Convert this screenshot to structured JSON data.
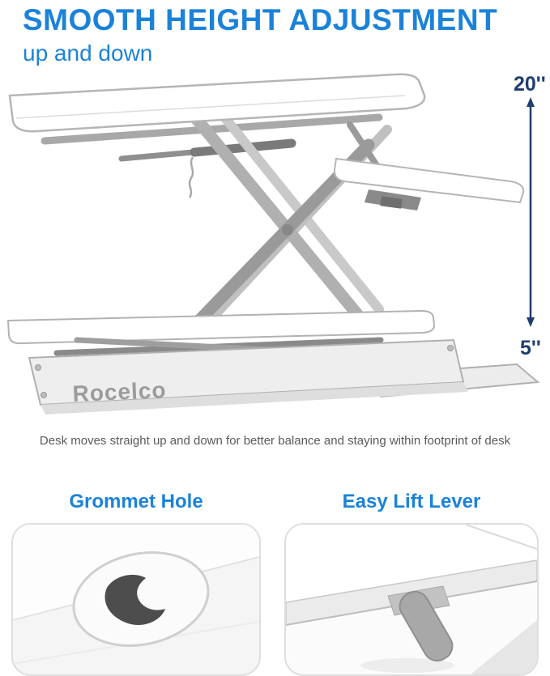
{
  "header": {
    "title": "SMOOTH HEIGHT ADJUSTMENT",
    "subtitle": "up and down"
  },
  "diagram": {
    "dimensions": {
      "top": "20''",
      "bottom": "5''"
    },
    "brand": "Rocelco",
    "caption": "Desk moves straight up and down for better balance and staying within footprint of desk"
  },
  "details": [
    {
      "label": "Grommet Hole"
    },
    {
      "label": "Easy Lift Lever"
    }
  ],
  "colors": {
    "accent_blue": "#1b82d9",
    "dimension_navy": "#1f3d6f",
    "caption_gray": "#5a5a5a",
    "brand_gray": "#9c9c9c"
  }
}
